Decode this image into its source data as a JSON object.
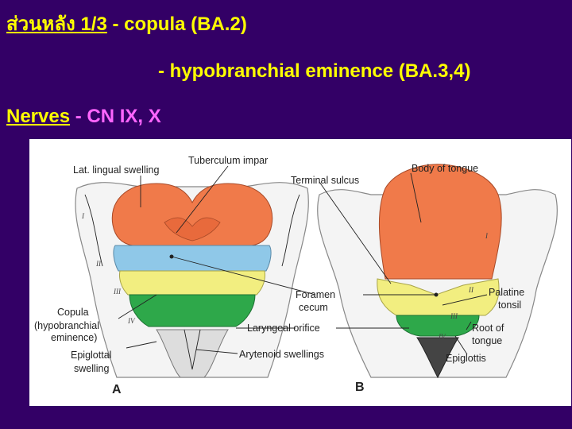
{
  "slide": {
    "line1": {
      "thai_label": "ส่วนหลัง 1/3",
      "dash": " - ",
      "text": "copula (BA.2)"
    },
    "line2": {
      "dash": "- ",
      "text": "hypobranchial eminence (BA.3,4)"
    },
    "line3": {
      "label": "Nerves",
      "dash": " - ",
      "text": "CN IX, X"
    }
  },
  "figure": {
    "panel_a": "A",
    "panel_b": "B",
    "labels": {
      "lat_lingual_swelling": "Lat. lingual swelling",
      "tuberculum_impar": "Tuberculum impar",
      "terminal_sulcus": "Terminal sulcus",
      "body_of_tongue": "Body of tongue",
      "foramen_1": "Foramen",
      "foramen_2": "cecum",
      "copula_1": "Copula",
      "copula_2": "(hypobranchial",
      "copula_3": "eminence)",
      "laryngeal_orifice": "Laryngeal orifice",
      "epiglottal_1": "Epiglottal",
      "epiglottal_2": "swelling",
      "arytenoid": "Arytenoid swellings",
      "palatine_1": "Palatine",
      "palatine_2": "tonsil",
      "root_1": "Root of",
      "root_2": "tongue",
      "epiglottis": "Epiglottis"
    },
    "romans": {
      "r1": "I",
      "r2": "II",
      "r3": "III",
      "r4": "IV"
    },
    "colors": {
      "orange": "#F07A4A",
      "blue": "#8FC8E8",
      "yellow": "#F2EE80",
      "green": "#2EA84A",
      "tissue": "#F4F4F4"
    }
  }
}
